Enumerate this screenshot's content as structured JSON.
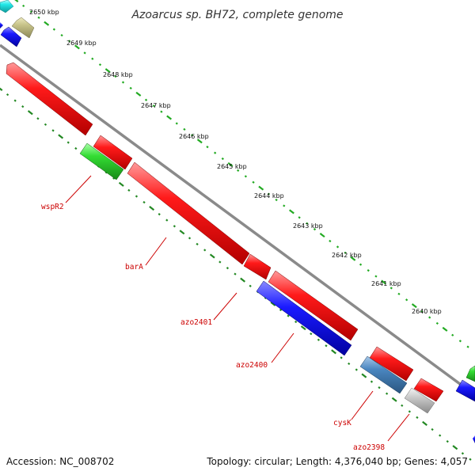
{
  "title": "Azoarcus sp. BH72, complete genome",
  "footer": {
    "accession": "Accession: NC_008702",
    "summary": "Topology: circular; Length: 4,376,040 bp; Genes: 4,057"
  },
  "ruler": [
    "2650 kbp",
    "2649 kbp",
    "2648 kbp",
    "2647 kbp",
    "2646 kbp",
    "2645 kbp",
    "2644 kbp",
    "2643 kbp",
    "2642 kbp",
    "2641 kbp",
    "2640 kbp"
  ],
  "gene_labels": {
    "wspR2": "wspR2",
    "barA": "barA",
    "azo2401": "azo2401",
    "azo2400": "azo2400",
    "cysK": "cysK",
    "azo2398": "azo2398"
  },
  "colors": {
    "red": "#ee0000",
    "blue": "#1010e0",
    "green": "#33cc33",
    "steel": "#4a7fb5",
    "gray": "#c8c8c8",
    "cyan": "#22e5e5",
    "khaki": "#c8c48a",
    "backbone": "#8a8a8a",
    "outer_ticks": "#22aa22",
    "inner_ticks": "#228822",
    "label": "#cc0000"
  }
}
